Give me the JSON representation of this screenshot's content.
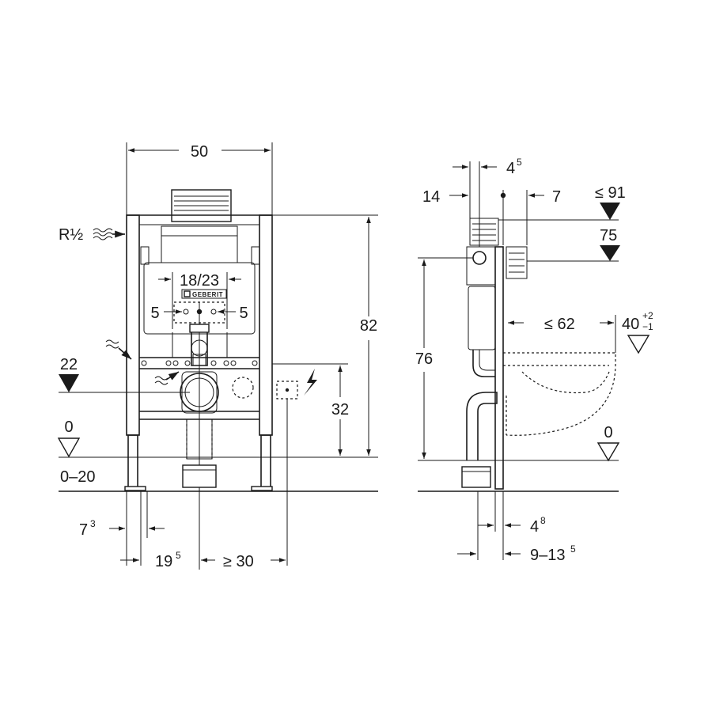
{
  "front_view": {
    "width": "50",
    "height": "82",
    "supply_label": "R½",
    "logo_text": "GEBERIT",
    "actuator_spacing": "18/23",
    "bolt_left": "5",
    "bolt_right": "5",
    "level_22": "22",
    "level_32": "32",
    "level_0": "0",
    "floor_range": "0–20",
    "foot_offset_base": "7",
    "foot_offset_sup": "3",
    "drain_offset_base": "19",
    "drain_offset_sup": "5",
    "power_offset": "≥ 30"
  },
  "side_view": {
    "top_left_base": "4",
    "top_left_sup": "5",
    "top_14": "14",
    "top_7": "7",
    "max_height": "≤ 91",
    "height_75": "75",
    "height_76": "76",
    "depth": "≤ 62",
    "pan_height_base": "40",
    "pan_tol_plus": "+2",
    "pan_tol_minus": "−1",
    "level_0": "0",
    "bottom_4_base": "4",
    "bottom_4_sup": "8",
    "bottom_range_base": "9–13",
    "bottom_range_sup": "5"
  }
}
